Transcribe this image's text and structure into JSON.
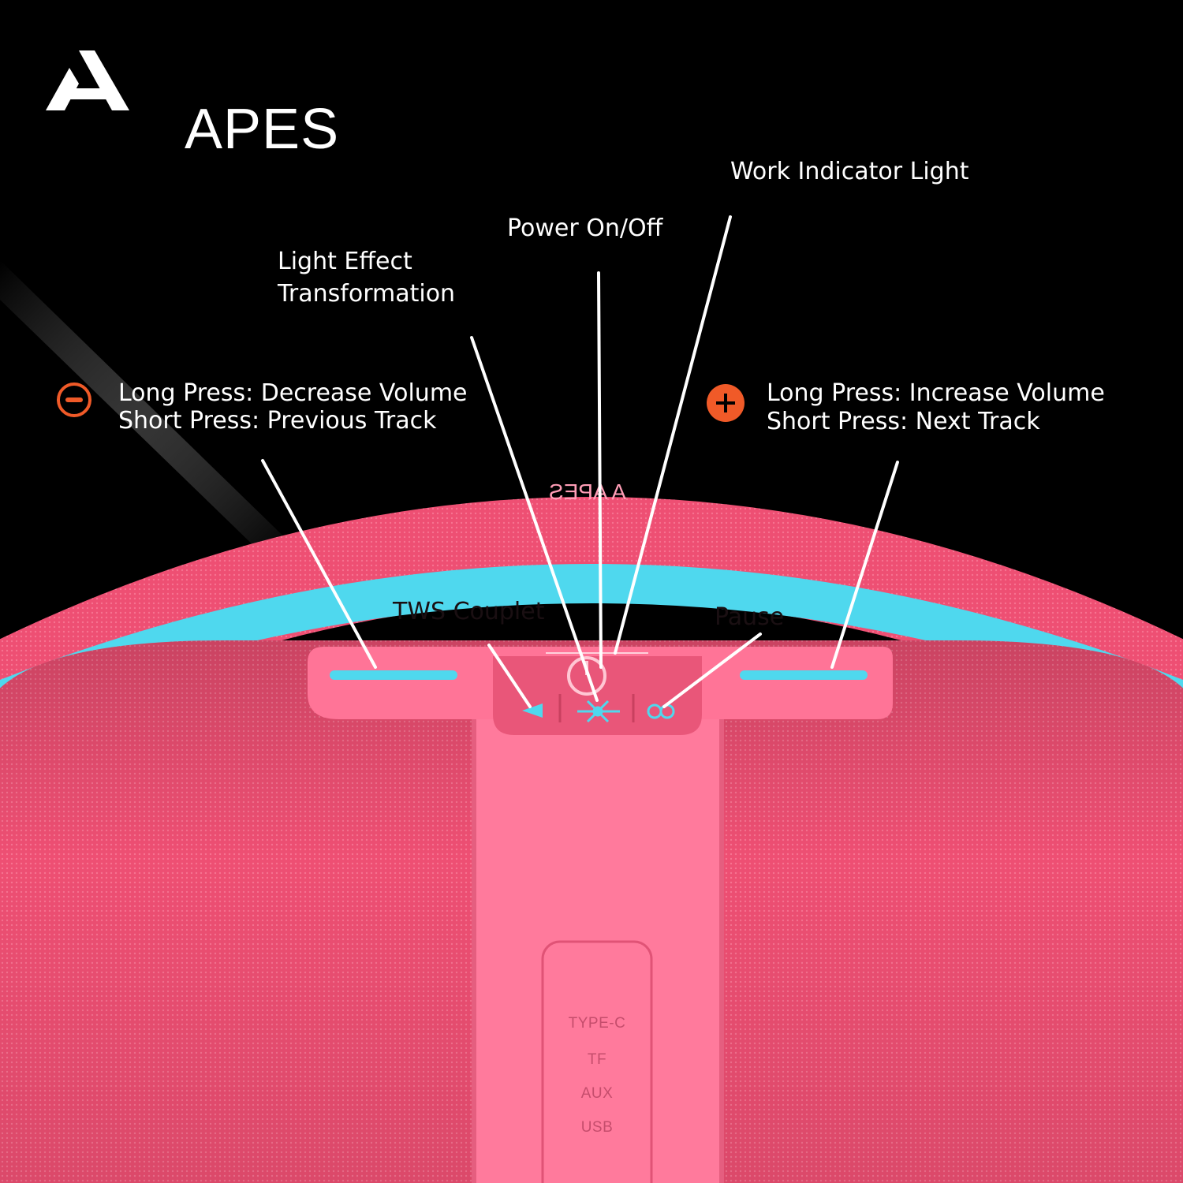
{
  "brand": {
    "name": "APES",
    "logo": "apes-triangle-logo"
  },
  "callouts": {
    "work_indicator": "Work Indicator Light",
    "power": "Power On/Off",
    "light_effect_line1": "Light Effect",
    "light_effect_line2": "Transformation",
    "volume_down_line1": "Long Press: Decrease Volume",
    "volume_down_line2": "Short Press: Previous Track",
    "volume_up_line1": "Long Press: Increase Volume",
    "volume_up_line2": "Short Press: Next Track",
    "tws": "TWS Couplet",
    "pause": "Pause"
  },
  "icons": {
    "minus": "minus-circle-icon",
    "plus": "plus-circle-icon"
  },
  "ports": [
    "TYPE-C",
    "TF",
    "AUX",
    "USB"
  ],
  "colors": {
    "background": "#000000",
    "speaker_pink": "#f0577a",
    "strap_pink": "#ff7a9c",
    "accent_cyan": "#4fd8ee",
    "accent_orange": "#f05a28"
  }
}
